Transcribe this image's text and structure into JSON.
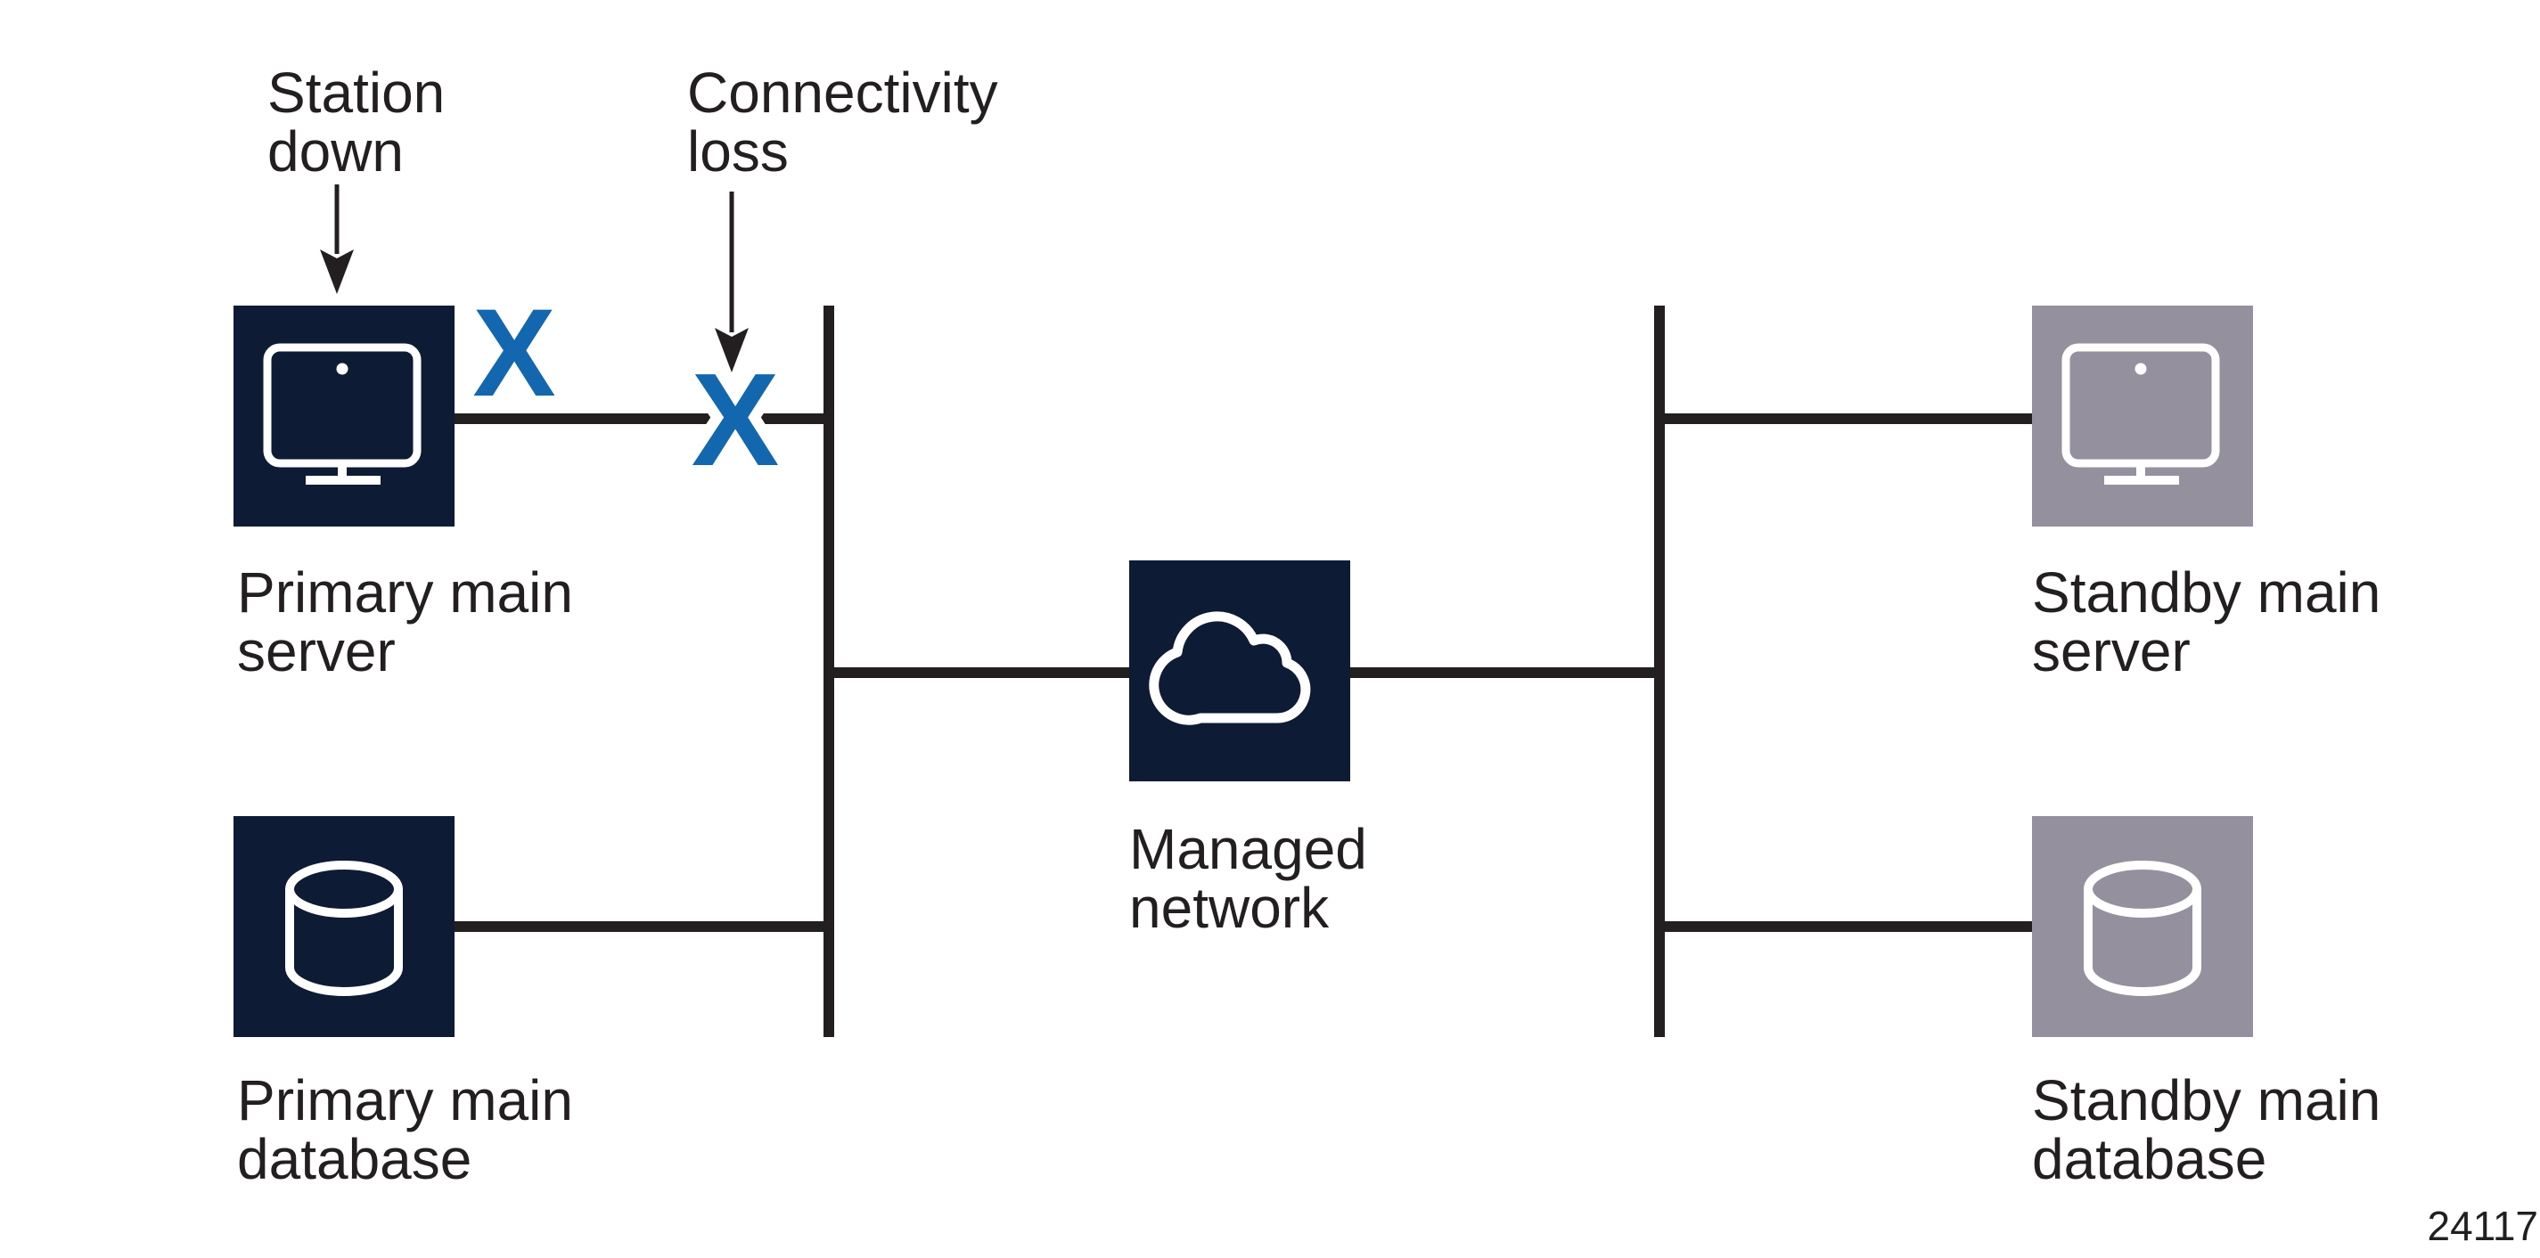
{
  "colors": {
    "navy": "#0E1B34",
    "gray": "#94909D",
    "blue": "#1367AE",
    "line": "#231F20",
    "text": "#231F20",
    "background": "#FFFFFF"
  },
  "callouts": {
    "station_down": {
      "lines": [
        "Station",
        "down"
      ]
    },
    "connectivity_loss": {
      "lines": [
        "Connectivity",
        "loss"
      ]
    }
  },
  "nodes": {
    "primary_server": {
      "label_lines": [
        "Primary main",
        "server"
      ]
    },
    "primary_database": {
      "label_lines": [
        "Primary main",
        "database"
      ]
    },
    "managed_network": {
      "label_lines": [
        "Managed",
        "network"
      ]
    },
    "standby_server": {
      "label_lines": [
        "Standby main",
        "server"
      ]
    },
    "standby_database": {
      "label_lines": [
        "Standby main",
        "database"
      ]
    }
  },
  "failure_marks": {
    "station_down_x": "X",
    "connectivity_loss_x": "X"
  },
  "figure_number": "24117"
}
